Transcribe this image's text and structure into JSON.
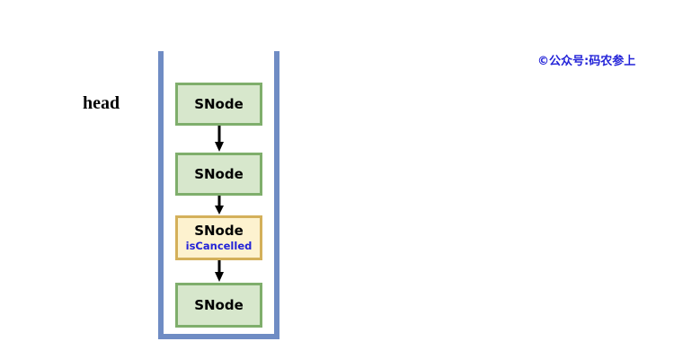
{
  "diagram": {
    "head_label": "head",
    "watermark": "©公众号:码农参上",
    "container_name": "sync-queue",
    "nodes": [
      {
        "title": "SNode",
        "state": "normal",
        "sub": ""
      },
      {
        "title": "SNode",
        "state": "normal",
        "sub": ""
      },
      {
        "title": "SNode",
        "state": "cancelled",
        "sub": "isCancelled"
      },
      {
        "title": "SNode",
        "state": "normal",
        "sub": ""
      }
    ],
    "arrows": [
      {
        "from": 0,
        "to": 1,
        "direction": "down"
      },
      {
        "from": 1,
        "to": 2,
        "direction": "down"
      },
      {
        "from": 2,
        "to": 3,
        "direction": "down"
      }
    ],
    "colors": {
      "node_fill": "#d7e7cc",
      "node_border": "#7fae6c",
      "cancelled_fill": "#fdf2cf",
      "cancelled_border": "#d4b05a",
      "rail": "#6f8cc4",
      "arrow": "#000000",
      "accent_text": "#2323d8",
      "background": "#ffffff"
    }
  }
}
